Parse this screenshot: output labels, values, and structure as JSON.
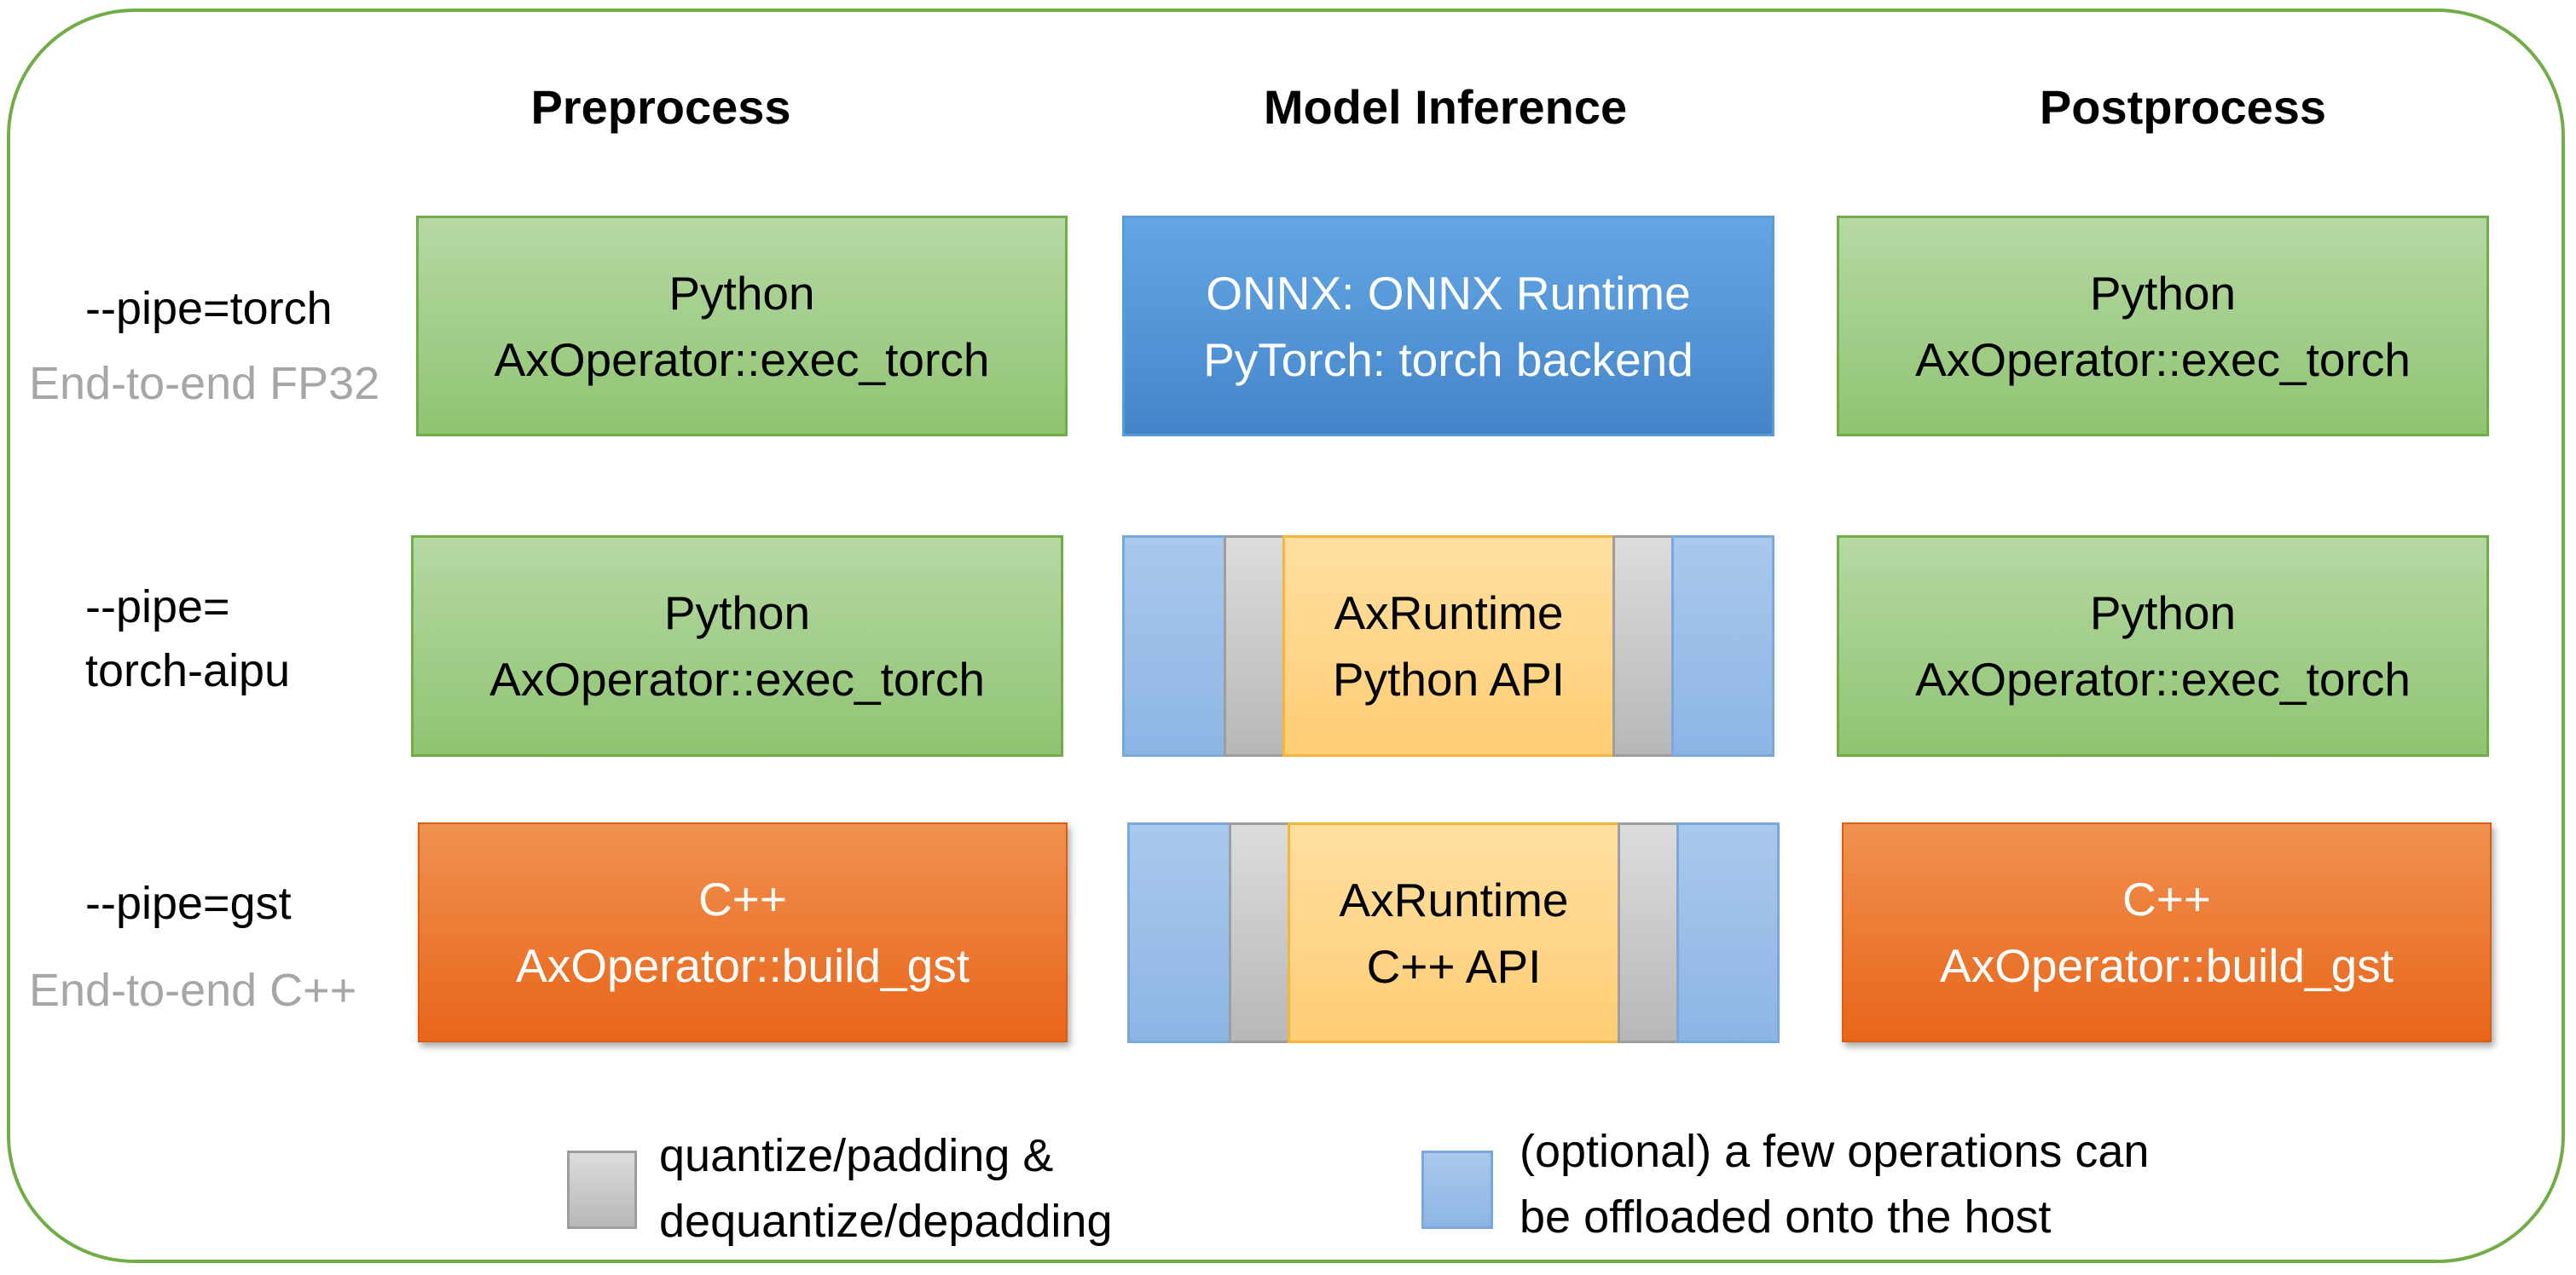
{
  "columns": {
    "preprocess": "Preprocess",
    "inference": "Model Inference",
    "postprocess": "Postprocess"
  },
  "rows": {
    "torch": {
      "label": "--pipe=torch",
      "sub": "End-to-end FP32",
      "pre": [
        "Python",
        "AxOperator::exec_torch"
      ],
      "inference": [
        "ONNX: ONNX Runtime",
        "PyTorch: torch backend"
      ],
      "post": [
        "Python",
        "AxOperator::exec_torch"
      ]
    },
    "torch_aipu": {
      "label_line1": "--pipe=",
      "label_line2": "torch-aipu",
      "pre": [
        "Python",
        "AxOperator::exec_torch"
      ],
      "inference": [
        "AxRuntime",
        "Python API"
      ],
      "post": [
        "Python",
        "AxOperator::exec_torch"
      ]
    },
    "gst": {
      "label": "--pipe=gst",
      "sub": "End-to-end C++",
      "pre": [
        "C++",
        "AxOperator::build_gst"
      ],
      "inference": [
        "AxRuntime",
        "C++ API"
      ],
      "post": [
        "C++",
        "AxOperator::build_gst"
      ]
    }
  },
  "legend": {
    "gray": [
      "quantize/padding &",
      "dequantize/depadding"
    ],
    "blue": [
      "(optional) a few operations can",
      "be offloaded onto the host"
    ]
  },
  "colors": {
    "frame": "#70ad47",
    "python_green": "#a9d18e",
    "runtime_blue": "#5b9bd5",
    "cpp_orange": "#ed7d31",
    "axruntime_yellow": "#ffd27f",
    "quant_gray": "#c8c8c8",
    "host_blue": "#9dc3e6"
  }
}
